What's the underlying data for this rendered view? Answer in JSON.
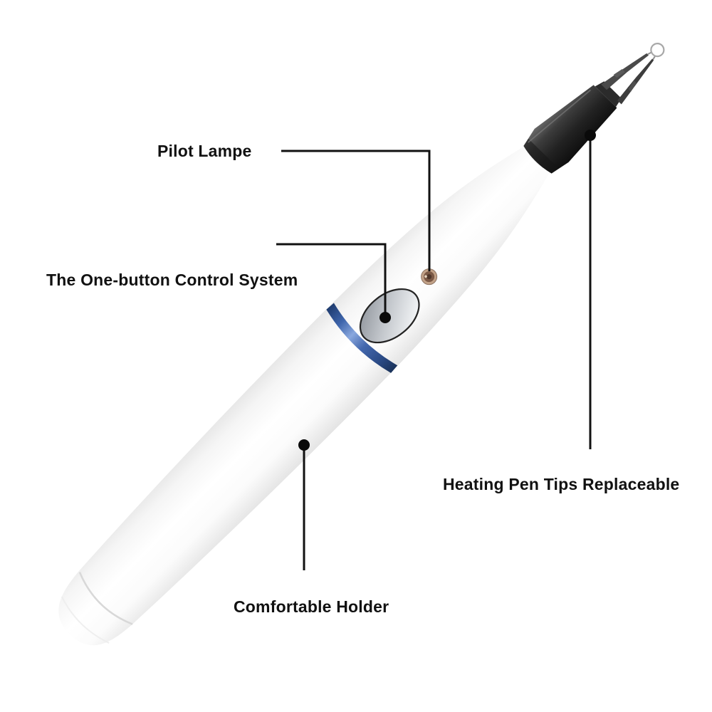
{
  "figure": {
    "type": "annotated-product-photo",
    "subject": "heating pen with replaceable tip",
    "background": "#ffffff"
  },
  "annotations": {
    "pilot_lamp": {
      "label": "Pilot Lampe"
    },
    "one_button": {
      "label": "The One-button Control System"
    },
    "heating_tips": {
      "label": "Heating Pen Tips Replaceable"
    },
    "comfortable_holder": {
      "label": "Comfortable Holder"
    }
  },
  "colors": {
    "label_text": "#111111",
    "leader_line": "#111111",
    "leader_dot": "#0a0a0a",
    "pen_body_white": "#ffffff",
    "pen_body_shade": "#e5e5e5",
    "accent_ring_blue": "#3f66ad",
    "ring_highlight": "#8aa8de",
    "ring_dark": "#1d3a6d",
    "tip_black": "#2a2a2a",
    "led_copper": "#7b5946",
    "led_ring_tan": "#c2a288",
    "button_gray": "#c3c7cc",
    "wire_gray": "#a8a8a8"
  }
}
